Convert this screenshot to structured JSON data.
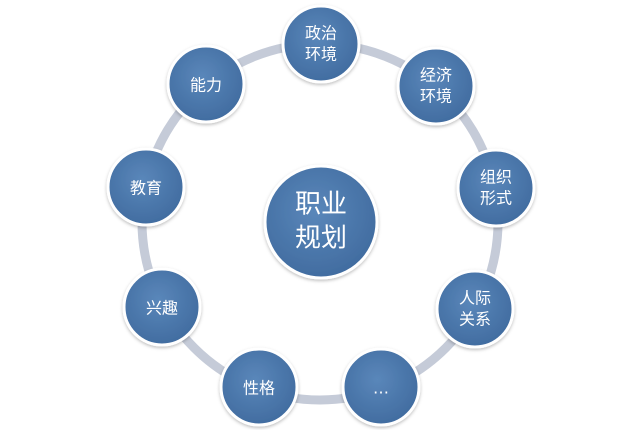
{
  "diagram": {
    "center": {
      "line1": "职业",
      "line2": "规划"
    },
    "nodes": [
      {
        "line1": "政治",
        "line2": "环境"
      },
      {
        "line1": "经济",
        "line2": "环境"
      },
      {
        "line1": "组织",
        "line2": "形式"
      },
      {
        "line1": "人际",
        "line2": "关系"
      },
      {
        "line1": "…",
        "line2": ""
      },
      {
        "line1": "性格",
        "line2": ""
      },
      {
        "line1": "兴趣",
        "line2": ""
      },
      {
        "line1": "教育",
        "line2": ""
      },
      {
        "line1": "能力",
        "line2": ""
      }
    ]
  },
  "colors": {
    "node_fill": "#4472a8",
    "node_stroke": "#ffffff",
    "ring": "#c5cbd8",
    "text": "#ffffff"
  }
}
